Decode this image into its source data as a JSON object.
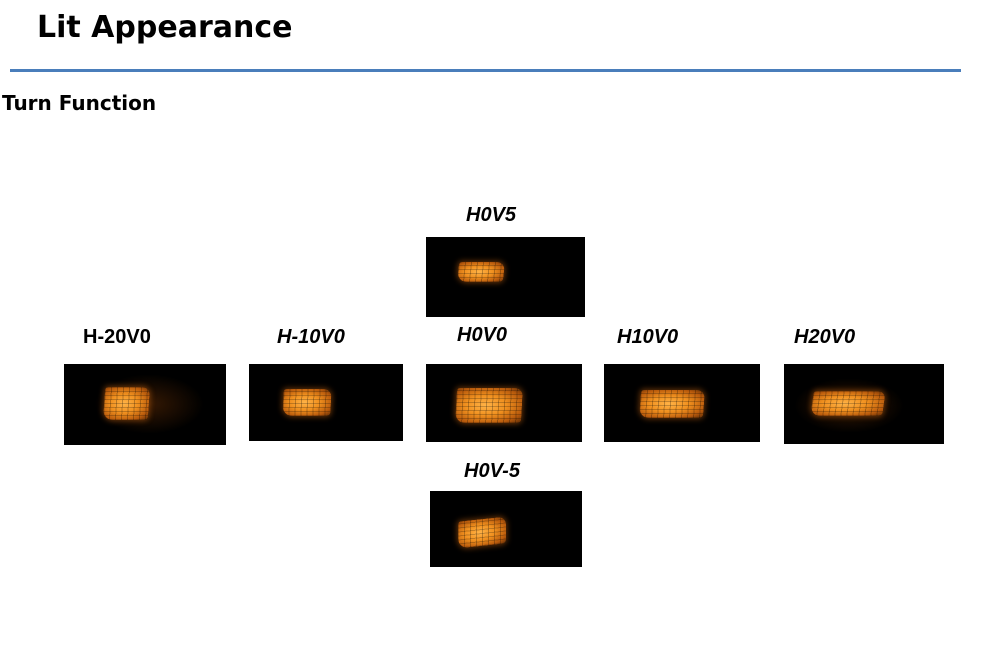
{
  "slide": {
    "title": "Lit Appearance",
    "section": "Turn Function"
  },
  "colors": {
    "rule": "#4a7ebb",
    "photo_background": "#000000",
    "lamp_amber": "#f0901f"
  },
  "views": {
    "top": {
      "label": "H0V5"
    },
    "left_far": {
      "label": "H-20V0"
    },
    "left_near": {
      "label": "H-10V0"
    },
    "center": {
      "label": "H0V0"
    },
    "right_near": {
      "label": "H10V0"
    },
    "right_far": {
      "label": "H20V0"
    },
    "bottom": {
      "label": "H0V-5"
    }
  }
}
